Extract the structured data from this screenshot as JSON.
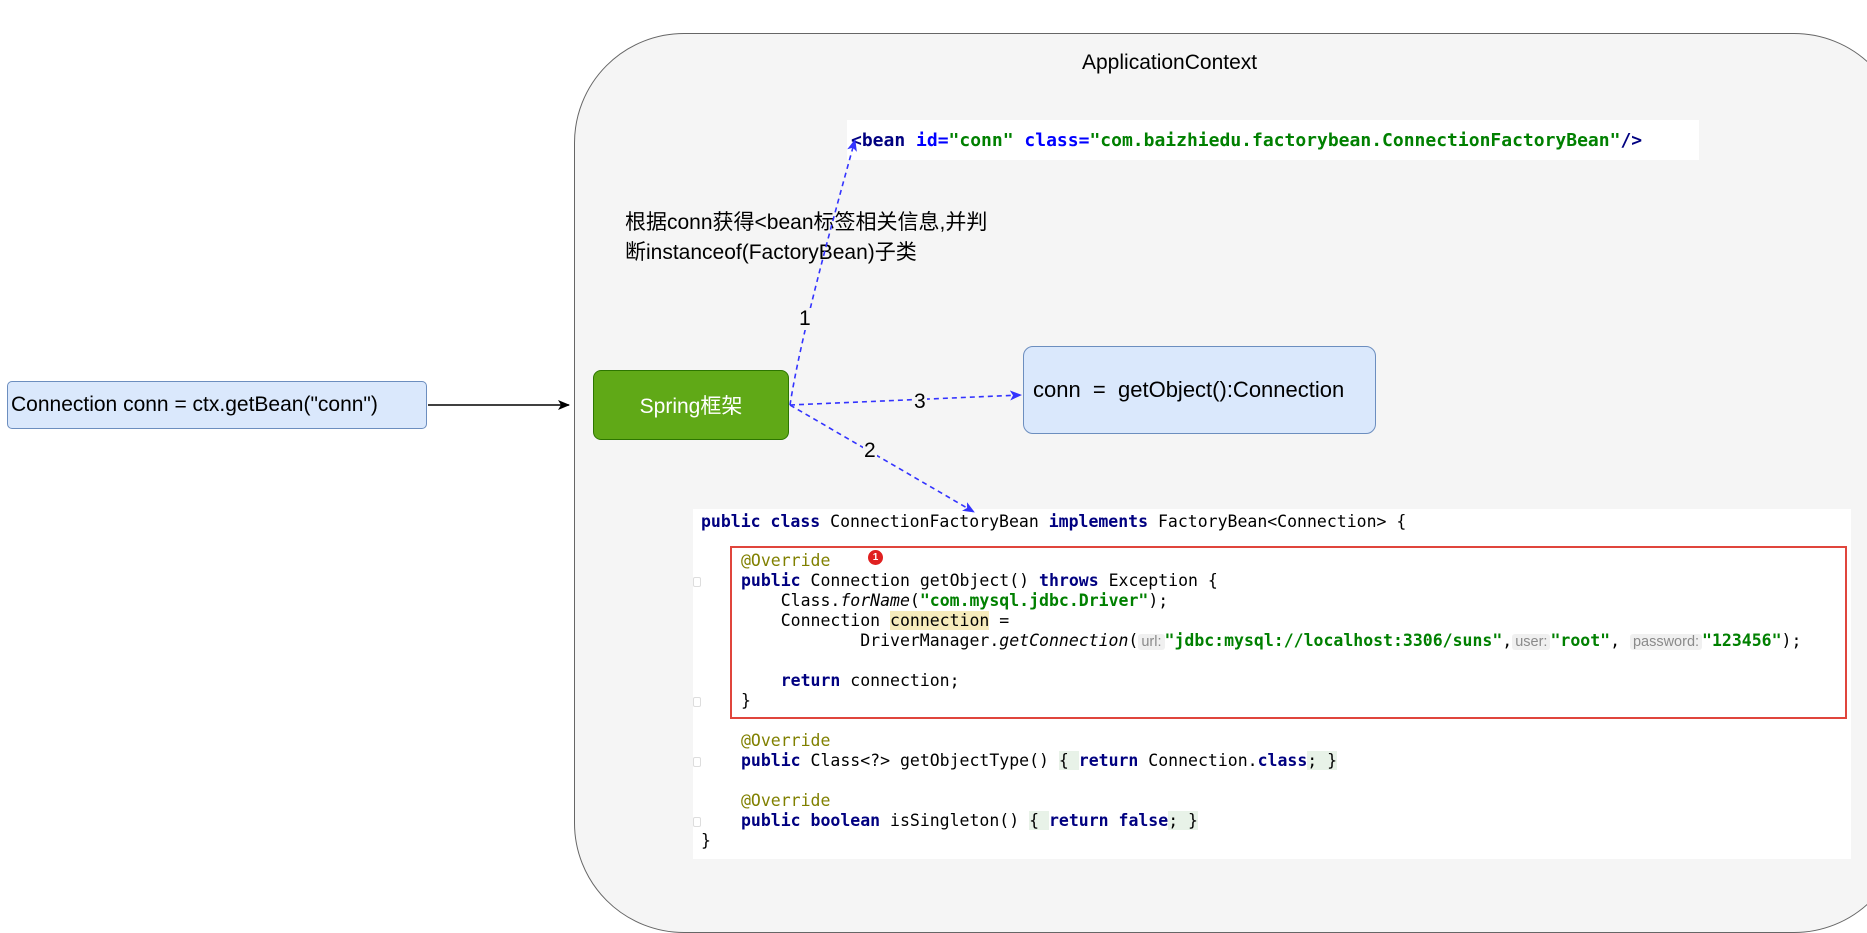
{
  "context": {
    "title": "ApplicationContext"
  },
  "caller": {
    "text": "Connection conn = ctx.getBean(\"conn\")"
  },
  "spring": {
    "label": "Spring框架"
  },
  "conn_box": {
    "text": "conn  =  getObject():Connection"
  },
  "note": {
    "line1": "根据conn获得<bean标签相关信息,并判",
    "line2": "断instanceof(FactoryBean)子类"
  },
  "edges": {
    "label1": "1",
    "label2": "2",
    "label3": "3"
  },
  "bean_xml": {
    "open": "<bean ",
    "id_attr": "id=",
    "id_val": "\"conn\"",
    "class_attr": " class=",
    "class_val": "\"com.baizhiedu.factorybean.ConnectionFactoryBean\"",
    "close": "/>"
  },
  "code": {
    "l1_kw": "public class",
    "l1_name": " ConnectionFactoryBean ",
    "l1_kw2": "implements",
    "l1_rest": " FactoryBean<Connection> {",
    "override": "@Override",
    "l3_kw": "public",
    "l3_a": " Connection getObject() ",
    "l3_kw2": "throws",
    "l3_b": " Exception {",
    "l4_a": "    Class.",
    "l4_it": "forName",
    "l4_b": "(",
    "l4_str": "\"com.mysql.jdbc.Driver\"",
    "l4_c": ");",
    "l5_a": "    Connection ",
    "l5_hl": "connection",
    "l5_b": " =",
    "l6_a": "            DriverManager.",
    "l6_it": "getConnection",
    "l6_b": "(",
    "hint_url": "url:",
    "str_url": "\"jdbc:mysql://localhost:3306/suns\"",
    "comma": ",",
    "hint_user": "user:",
    "str_user": "\"root\"",
    "comma2": ", ",
    "hint_password": "password:",
    "str_password": "\"123456\"",
    "l6_end": ");",
    "l8_kw": "    return",
    "l8_rest": " connection;",
    "close_brace": "}",
    "l11_kw": "public",
    "l11_a": " Class<?> getObjectType() ",
    "l11_fold_open": "{ ",
    "l11_kw2": "return",
    "l11_b": " Connection.",
    "l11_kw3": "class",
    "l11_fold_close": "; }",
    "l14_kw": "public boolean",
    "l14_a": " isSingleton() ",
    "l14_fold_open": "{ ",
    "l14_kw2": "return false",
    "l14_fold_close": "; }",
    "final_brace": "}",
    "err_badge": "1"
  }
}
